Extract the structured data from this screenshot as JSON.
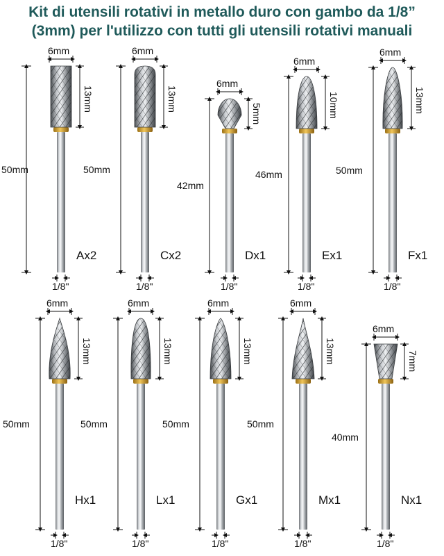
{
  "title": {
    "line1": "Kit di utensili rotativi in metallo duro con gambo da 1/8”",
    "line2": "(3mm) per l'utilizzo con tutti gli utensili rotativi manuali"
  },
  "colors": {
    "title": "#1f5a5a",
    "gold_ring": "#d6a531",
    "metal": "#b8bcc0"
  },
  "bits": [
    {
      "code": "Ax2",
      "head_width": "6mm",
      "head_length": "13mm",
      "total_length": "50mm",
      "shank": "1/8\"",
      "shape": "cylinder"
    },
    {
      "code": "Cx2",
      "head_width": "6mm",
      "head_length": "13mm",
      "total_length": "50mm",
      "shank": "1/8\"",
      "shape": "cylinder-round"
    },
    {
      "code": "Dx1",
      "head_width": "6mm",
      "head_length": "5mm",
      "total_length": "42mm",
      "shank": "1/8\"",
      "shape": "ball"
    },
    {
      "code": "Ex1",
      "head_width": "6mm",
      "head_length": "10mm",
      "total_length": "46mm",
      "shank": "1/8\"",
      "shape": "oval"
    },
    {
      "code": "Fx1",
      "head_width": "6mm",
      "head_length": "13mm",
      "total_length": "50mm",
      "shank": "1/8\"",
      "shape": "tree-round"
    },
    {
      "code": "Hx1",
      "head_width": "6mm",
      "head_length": "13mm",
      "total_length": "50mm",
      "shank": "1/8\"",
      "shape": "flame"
    },
    {
      "code": "Lx1",
      "head_width": "6mm",
      "head_length": "13mm",
      "total_length": "50mm",
      "shank": "1/8\"",
      "shape": "taper-round"
    },
    {
      "code": "Gx1",
      "head_width": "6mm",
      "head_length": "13mm",
      "total_length": "50mm",
      "shank": "1/8\"",
      "shape": "tree-pointed"
    },
    {
      "code": "Mx1",
      "head_width": "6mm",
      "head_length": "13mm",
      "total_length": "50mm",
      "shank": "1/8\"",
      "shape": "cone"
    },
    {
      "code": "Nx1",
      "head_width": "6mm",
      "head_length": "7mm",
      "total_length": "40mm",
      "shank": "1/8\"",
      "shape": "inverted-cone"
    }
  ]
}
